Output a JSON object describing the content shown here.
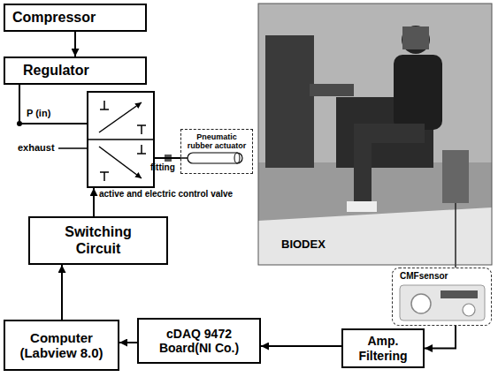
{
  "diagram": {
    "nodes": [
      {
        "text": [
          "Compressor"
        ]
      },
      {
        "text": [
          "Regulator"
        ]
      },
      {
        "text": [
          "active and electric control valve"
        ]
      },
      {
        "text": [
          "Pneumatic rubber actuator"
        ]
      },
      {
        "text": [
          "Switching Circuit"
        ]
      },
      {
        "text": [
          "Computer (Labview 8.0)"
        ]
      },
      {
        "text": [
          "cDAQ 9472 Board(NI Co.)"
        ]
      },
      {
        "text": [
          "Amp. Filtering"
        ]
      },
      {
        "text": [
          "CMFsensor"
        ]
      }
    ],
    "edges": [
      {
        "from": 0,
        "to": 1,
        "arrow": "to"
      },
      {
        "from": 1,
        "to": 2,
        "arrow": "none"
      },
      {
        "from": 2,
        "to": 3,
        "arrow": "none"
      },
      {
        "from": 4,
        "to": 2,
        "arrow": "to"
      },
      {
        "from": 5,
        "to": 4,
        "arrow": "to"
      },
      {
        "from": 6,
        "to": 5,
        "arrow": "to"
      },
      {
        "from": 7,
        "to": 6,
        "arrow": "to"
      },
      {
        "from": 8,
        "to": 7,
        "arrow": "to"
      }
    ],
    "labels": [
      "P (in)",
      "exhaust",
      "fitting",
      "BIODEX"
    ]
  }
}
